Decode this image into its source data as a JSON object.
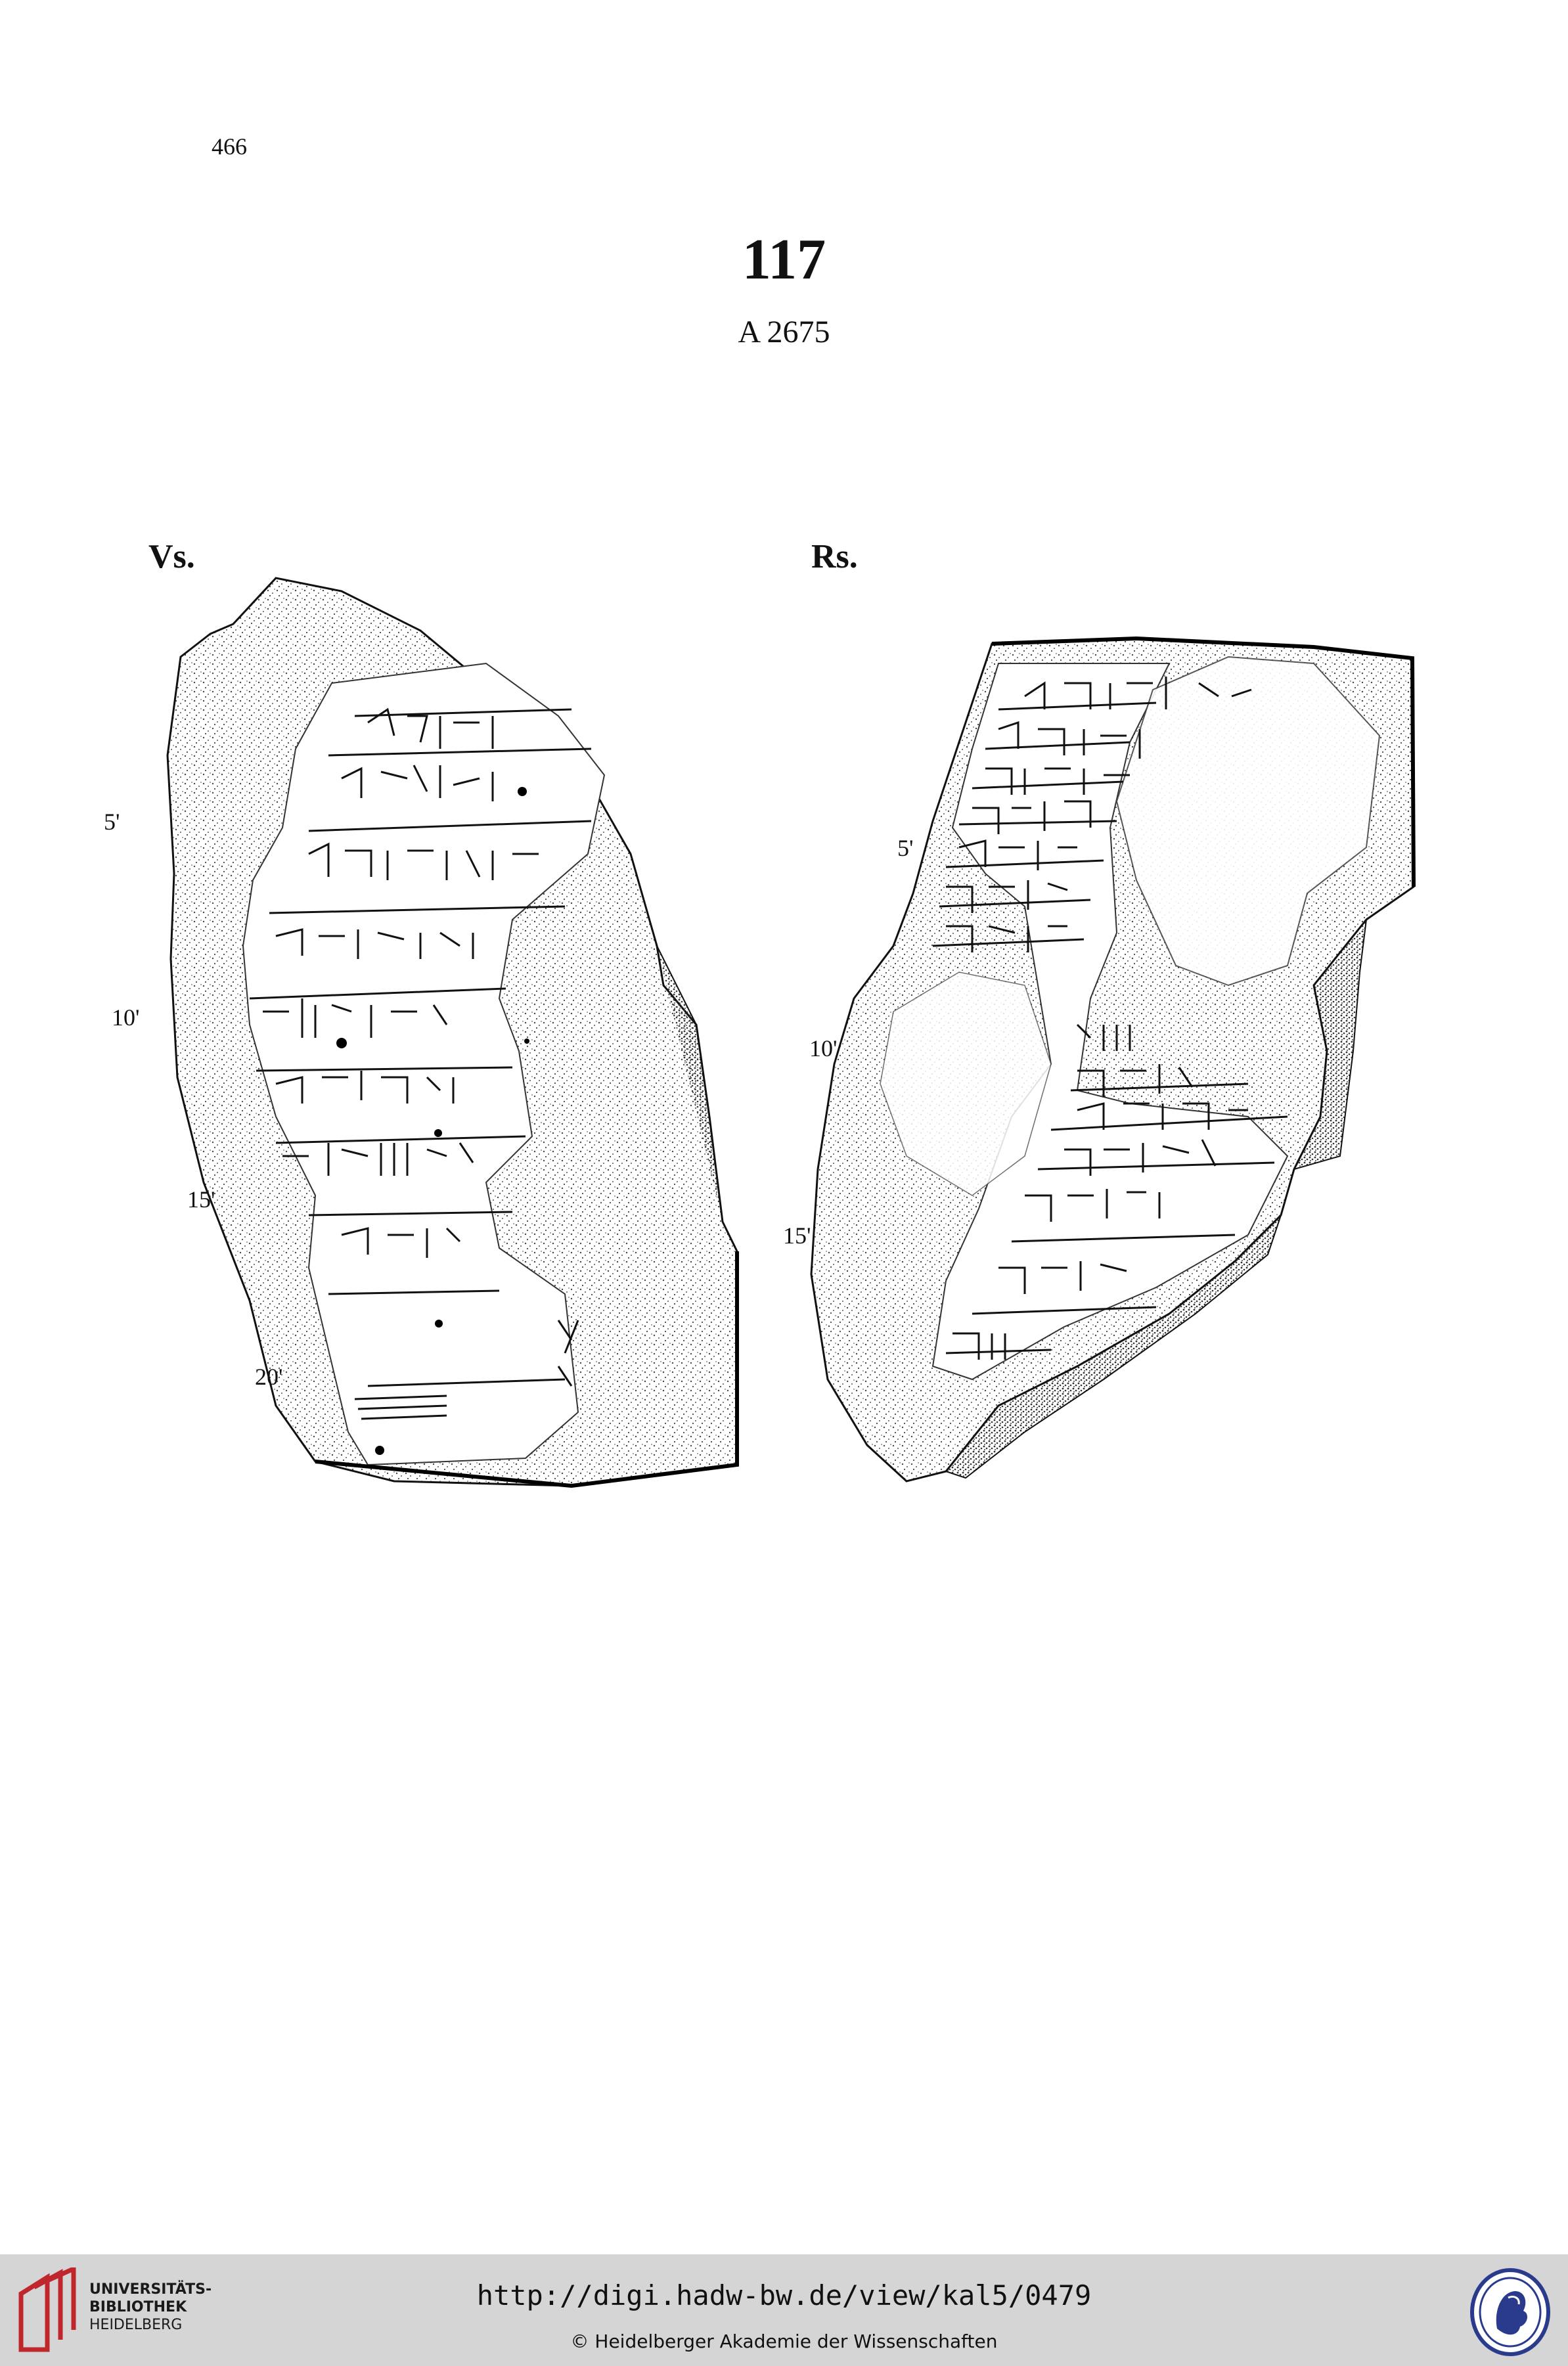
{
  "page": {
    "page_number": "466",
    "plate_number": "117",
    "museum_number": "A 2675"
  },
  "obverse": {
    "label": "Vs.",
    "line_numbers": [
      "5'",
      "10'",
      "15'",
      "20'"
    ]
  },
  "reverse": {
    "label": "Rs.",
    "line_numbers": [
      "5'",
      "10'",
      "15'"
    ]
  },
  "footer": {
    "library_line1": "UNIVERSITÄTS-",
    "library_line2": "BIBLIOTHEK",
    "library_line3": "HEIDELBERG",
    "url": "http://digi.hadw-bw.de/view/kal5/0479",
    "copyright": "© Heidelberger Akademie der Wissenschaften"
  },
  "colors": {
    "footer_background": "#d5d5d5",
    "library_logo_red": "#c0272d",
    "seal_blue": "#2a3a8c"
  },
  "icons": [
    "library-logo-icon",
    "academy-seal-icon"
  ]
}
